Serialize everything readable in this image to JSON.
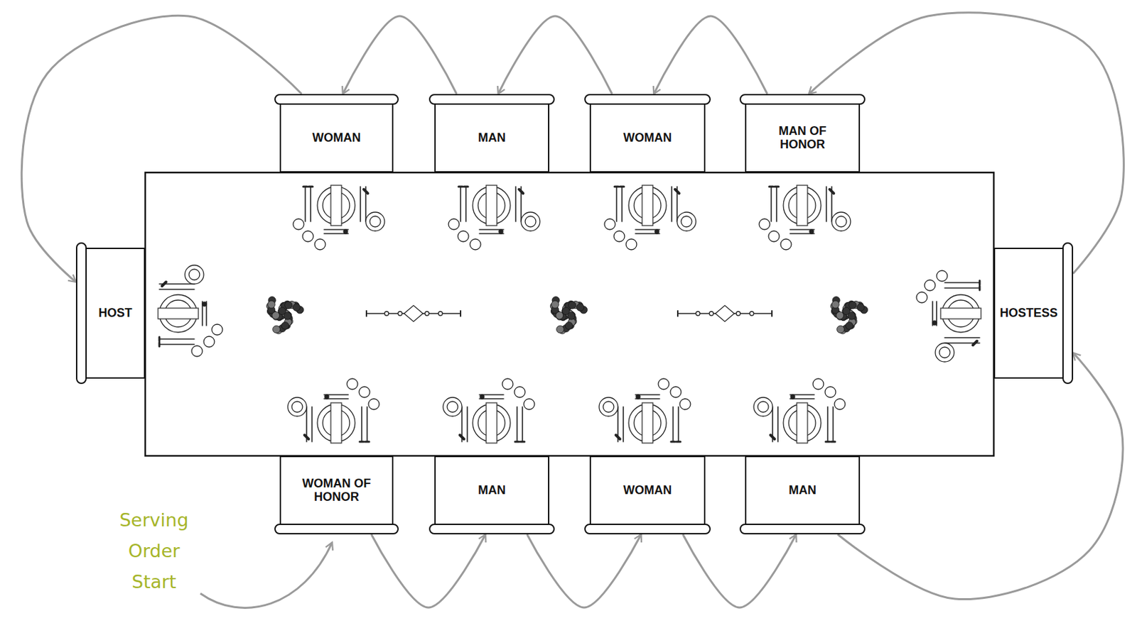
{
  "diagram": {
    "nodes": [
      {
        "text": [
          "WOMAN"
        ]
      },
      {
        "text": [
          "MAN"
        ]
      },
      {
        "text": [
          "WOMAN"
        ]
      },
      {
        "text": [
          "MAN OF HONOR"
        ]
      },
      {
        "text": [
          "HOST"
        ]
      },
      {
        "text": [
          "HOSTESS"
        ]
      },
      {
        "text": [
          "WOMAN OF HONOR"
        ]
      },
      {
        "text": [
          "MAN"
        ]
      },
      {
        "text": [
          "WOMAN"
        ]
      },
      {
        "text": [
          "MAN"
        ]
      }
    ],
    "edges": [
      {
        "from": 6,
        "to": 7,
        "arrow": "to"
      },
      {
        "from": 7,
        "to": 8,
        "arrow": "to"
      },
      {
        "from": 8,
        "to": 9,
        "arrow": "to"
      },
      {
        "from": 9,
        "to": 5,
        "arrow": "to"
      },
      {
        "from": 5,
        "to": 3,
        "arrow": "to"
      },
      {
        "from": 3,
        "to": 2,
        "arrow": "to"
      },
      {
        "from": 2,
        "to": 1,
        "arrow": "to"
      },
      {
        "from": 1,
        "to": 0,
        "arrow": "to"
      },
      {
        "from": 0,
        "to": 4,
        "arrow": "to"
      }
    ],
    "labels": [
      "Serving Order Start"
    ]
  }
}
